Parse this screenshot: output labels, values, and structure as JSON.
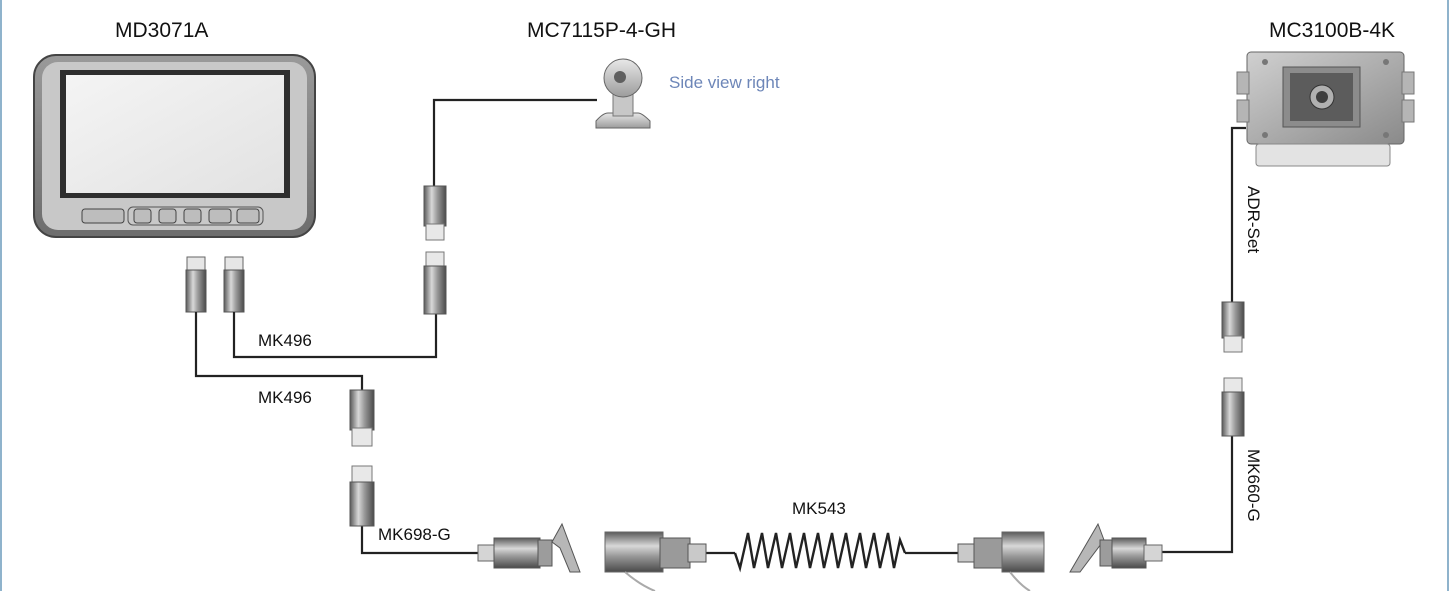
{
  "devices": {
    "monitor": {
      "label": "MD3071A"
    },
    "camera_side": {
      "label": "MC7115P-4-GH",
      "note": "Side view right"
    },
    "camera_rear": {
      "label": "MC3100B-4K"
    }
  },
  "cables": {
    "mk496_top": "MK496",
    "mk496_bottom": "MK496",
    "mk698": "MK698-G",
    "mk543": "MK543",
    "adr_set": "ADR-Set",
    "mk660": "MK660-G"
  }
}
